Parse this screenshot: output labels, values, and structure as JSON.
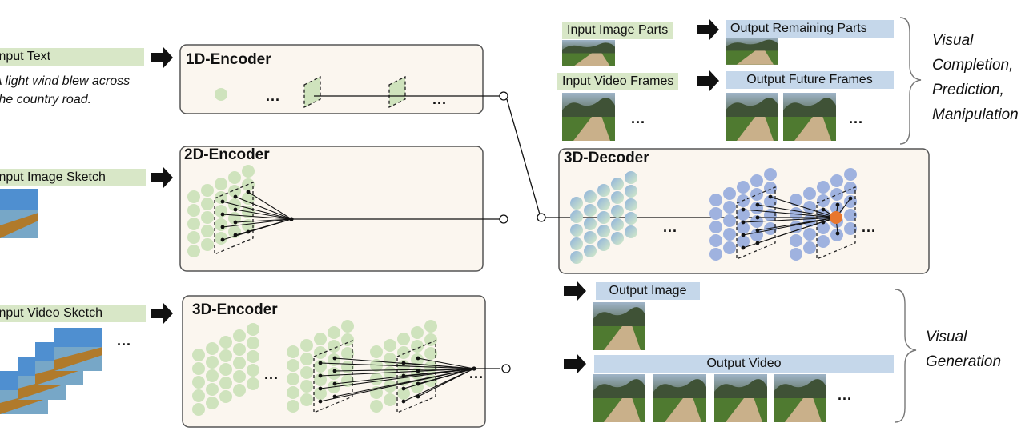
{
  "inputs": {
    "text_label": "Input Text",
    "text_caption_line1": "A light wind blew across",
    "text_caption_line2": "the country road.",
    "image_sketch_label": "Input Image Sketch",
    "video_sketch_label": "Input Video Sketch"
  },
  "encoders": {
    "e1d": "1D-Encoder",
    "e2d": "2D-Encoder",
    "e3d": "3D-Encoder"
  },
  "decoder": {
    "title": "3D-Decoder"
  },
  "completion": {
    "input_parts": "Input Image Parts",
    "output_remaining": "Output Remaining Parts",
    "input_frames": "Input Video Frames",
    "output_future": "Output Future Frames",
    "side_line1": "Visual",
    "side_line2": "Completion,",
    "side_line3": "Prediction,",
    "side_line4": "Manipulation"
  },
  "generation": {
    "output_image": "Output Image",
    "output_video": "Output Video",
    "side_line1": "Visual",
    "side_line2": "Generation"
  },
  "ellipsis": "...",
  "colors": {
    "box_fill": "#fbf6ef",
    "box_stroke": "#555555",
    "green_tag": "#d8e7c7",
    "blue_tag": "#c5d7ea",
    "green_node": "#cfe3bd",
    "blue_node": "#9fb2df",
    "highlight_node": "#e8772e",
    "sketch_sky": "#4f8fd0",
    "sketch_road": "#b07a2b",
    "sketch_grass": "#77a7c7"
  }
}
